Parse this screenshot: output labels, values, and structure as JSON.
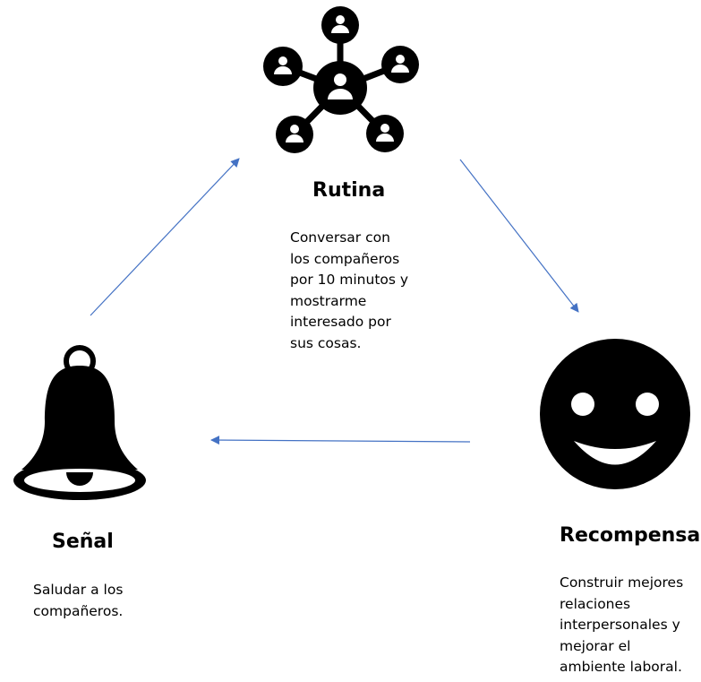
{
  "nodes": {
    "routine": {
      "icon": "people-network-icon",
      "title": "Rutina",
      "text_lines": [
        "Conversar con",
        "los compañeros",
        "por 10 minutos y",
        "mostrarme",
        "interesado por",
        "sus cosas."
      ]
    },
    "reward": {
      "icon": "smiley-face-icon",
      "title": "Recompensa",
      "text_lines": [
        "Construir mejores",
        "relaciones",
        "interpersonales y",
        "mejorar el",
        "ambiente laboral."
      ]
    },
    "cue": {
      "icon": "bell-icon",
      "title": "Señal",
      "text_lines": [
        "Saludar a los",
        "compañeros."
      ]
    }
  },
  "colors": {
    "arrow": "#4472C4",
    "icon": "#000000",
    "background": "#FFFFFF"
  }
}
